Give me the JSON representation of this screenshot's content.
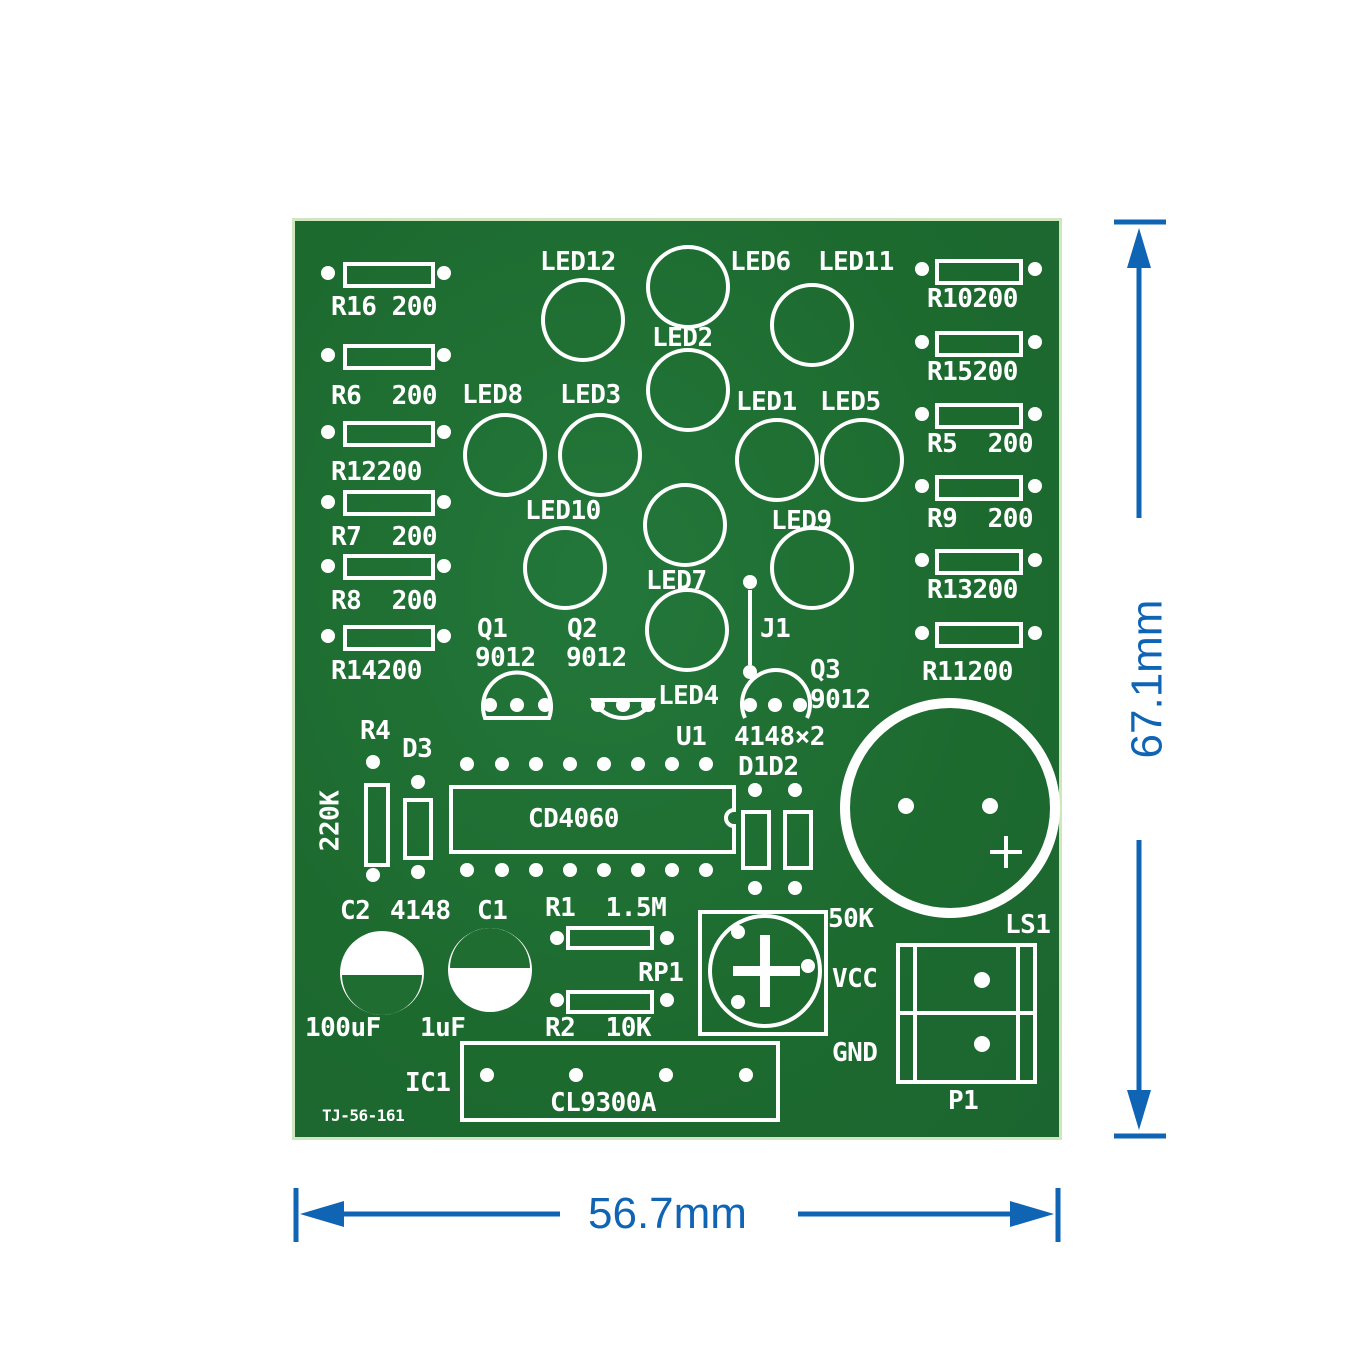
{
  "board": {
    "color": "#1f6d31",
    "silk_color": "#ffffff",
    "code": "TJ-56-161",
    "resistors": [
      {
        "ref": "R16",
        "value": "200"
      },
      {
        "ref": "R6",
        "value": "200"
      },
      {
        "ref": "R12",
        "value": "200"
      },
      {
        "ref": "R7",
        "value": "200"
      },
      {
        "ref": "R8",
        "value": "200"
      },
      {
        "ref": "R14",
        "value": "200"
      },
      {
        "ref": "R10",
        "value": "200"
      },
      {
        "ref": "R15",
        "value": "200"
      },
      {
        "ref": "R5",
        "value": "200"
      },
      {
        "ref": "R9",
        "value": "200"
      },
      {
        "ref": "R13",
        "value": "200"
      },
      {
        "ref": "R11",
        "value": "200"
      },
      {
        "ref": "R4",
        "value": "220K"
      },
      {
        "ref": "R1",
        "value": "1.5M"
      },
      {
        "ref": "R2",
        "value": "10K"
      }
    ],
    "leds": [
      "LED12",
      "LED6",
      "LED11",
      "LED2",
      "LED8",
      "LED3",
      "LED1",
      "LED5",
      "LED10",
      "LED9",
      "LED7",
      "LED4"
    ],
    "transistors": [
      {
        "ref": "Q1",
        "value": "9012"
      },
      {
        "ref": "Q2",
        "value": "9012"
      },
      {
        "ref": "Q3",
        "value": "9012"
      }
    ],
    "jumper": "J1",
    "ic_u1": {
      "ref": "U1",
      "part": "CD4060"
    },
    "ic1": {
      "ref": "IC1",
      "part": "CL9300A"
    },
    "diodes": {
      "d3": "D3",
      "d1d2": "D1D2",
      "d3_part": "4148",
      "d1d2_part": "4148×2"
    },
    "capacitors": [
      {
        "ref": "C2",
        "value": "100uF"
      },
      {
        "ref": "C1",
        "value": "1uF"
      }
    ],
    "pot": {
      "ref": "RP1",
      "value": "50K"
    },
    "speaker": {
      "ref": "LS1",
      "polarity": "+"
    },
    "connector": {
      "ref": "P1",
      "pins": [
        "VCC",
        "GND"
      ]
    }
  },
  "dimensions": {
    "width": "56.7mm",
    "height": "67.1mm",
    "color": "#0f64b4"
  }
}
